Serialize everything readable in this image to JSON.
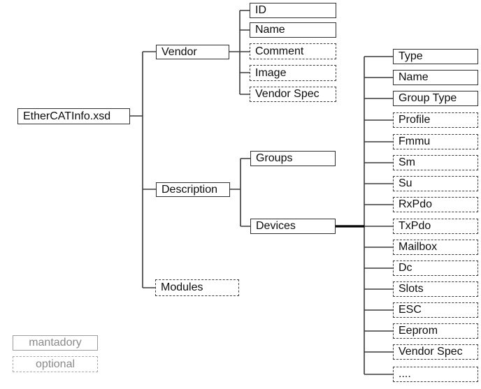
{
  "diagram": {
    "root": {
      "label": "EtherCATInfo.xsd",
      "style": "mandatory"
    },
    "level1": [
      {
        "label": "Vendor",
        "style": "mandatory"
      },
      {
        "label": "Description",
        "style": "mandatory"
      },
      {
        "label": "Modules",
        "style": "optional"
      }
    ],
    "vendor_children": [
      {
        "label": "ID",
        "style": "mandatory"
      },
      {
        "label": "Name",
        "style": "mandatory"
      },
      {
        "label": "Comment",
        "style": "optional"
      },
      {
        "label": "Image",
        "style": "optional"
      },
      {
        "label": "Vendor Spec",
        "style": "optional"
      }
    ],
    "description_children": [
      {
        "label": "Groups",
        "style": "mandatory"
      },
      {
        "label": "Devices",
        "style": "mandatory"
      }
    ],
    "devices_children": [
      {
        "label": "Type",
        "style": "mandatory"
      },
      {
        "label": "Name",
        "style": "mandatory"
      },
      {
        "label": "Group Type",
        "style": "mandatory"
      },
      {
        "label": "Profile",
        "style": "optional"
      },
      {
        "label": "Fmmu",
        "style": "optional"
      },
      {
        "label": "Sm",
        "style": "optional"
      },
      {
        "label": "Su",
        "style": "optional"
      },
      {
        "label": "RxPdo",
        "style": "optional"
      },
      {
        "label": "TxPdo",
        "style": "optional"
      },
      {
        "label": "Mailbox",
        "style": "optional"
      },
      {
        "label": "Dc",
        "style": "optional"
      },
      {
        "label": "Slots",
        "style": "optional"
      },
      {
        "label": "ESC",
        "style": "optional"
      },
      {
        "label": "Eeprom",
        "style": "optional"
      },
      {
        "label": "Vendor Spec",
        "style": "optional"
      },
      {
        "label": "....",
        "style": "optional"
      }
    ],
    "legend": [
      {
        "label": "mantadory",
        "style": "mandatory"
      },
      {
        "label": "optional",
        "style": "optional"
      }
    ],
    "colors": {
      "line": "#3a3a3a",
      "thick_line": "#000000",
      "box_border": "#2f2f2f",
      "legend_gray": "#9c9c9c",
      "text": "#0d0d0d",
      "background": "#ffffff"
    }
  }
}
